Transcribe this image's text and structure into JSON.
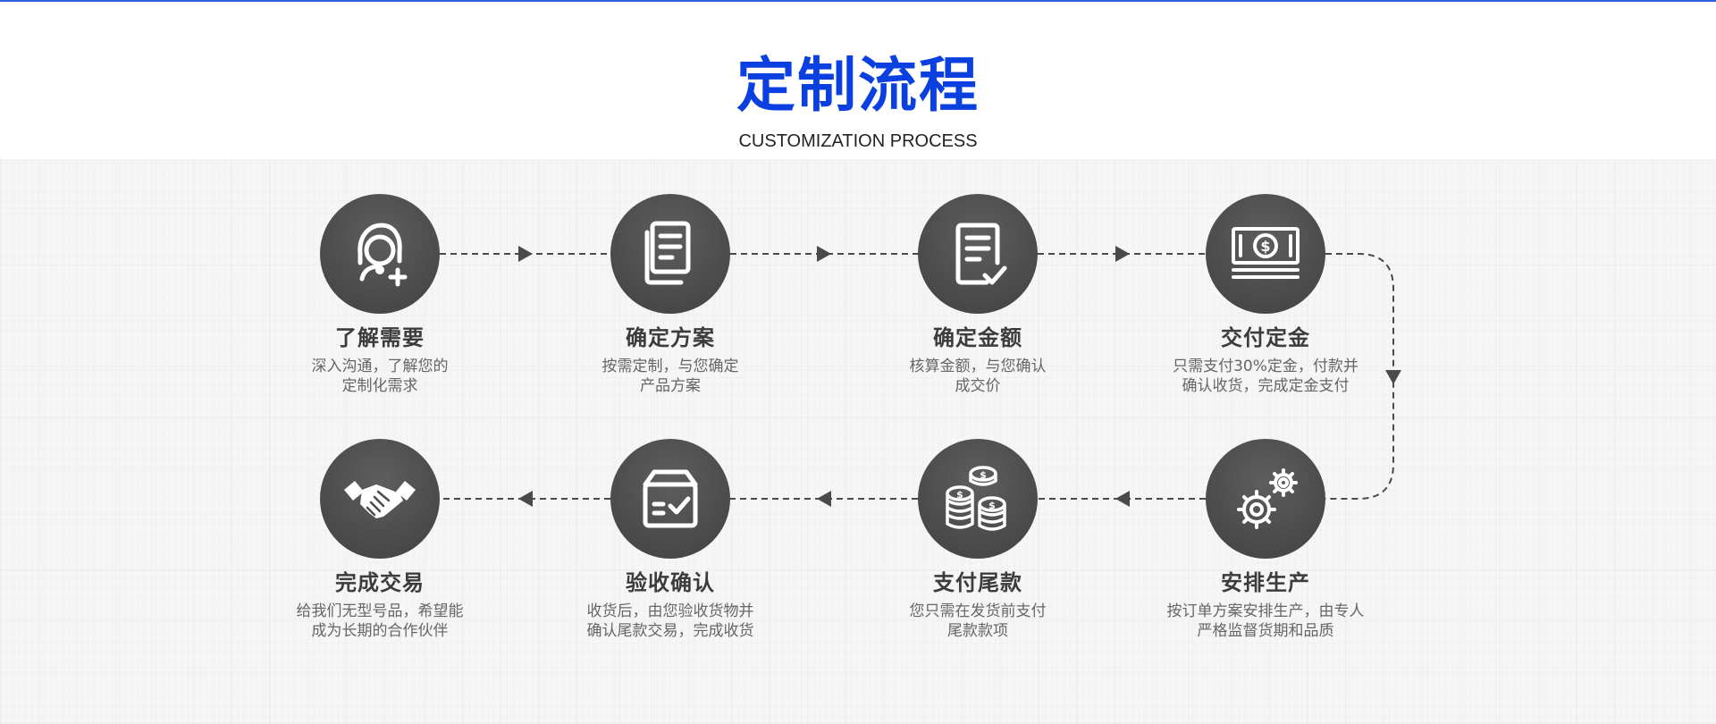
{
  "header": {
    "title": "定制流程",
    "subtitle": "CUSTOMIZATION PROCESS"
  },
  "colors": {
    "accent": "#0a3fe0",
    "circle": "#4c4c4c",
    "title_text": "#3c3c3c",
    "desc_text": "#666666"
  },
  "steps": [
    {
      "title": "了解需要",
      "desc1": "深入沟通，了解您的",
      "desc2": "定制化需求",
      "icon": "headset-plus-icon"
    },
    {
      "title": "确定方案",
      "desc1": "按需定制，与您确定",
      "desc2": "产品方案",
      "icon": "documents-icon"
    },
    {
      "title": "确定金额",
      "desc1": "核算金额，与您确认",
      "desc2": "成交价",
      "icon": "document-check-icon"
    },
    {
      "title": "交付定金",
      "desc1": "只需支付30%定金，付款并",
      "desc2": "确认收货，完成定金支付",
      "icon": "banknote-icon"
    },
    {
      "title": "安排生产",
      "desc1": "按订单方案安排生产，由专人",
      "desc2": "严格监督货期和品质",
      "icon": "gears-icon"
    },
    {
      "title": "支付尾款",
      "desc1": "您只需在发货前支付",
      "desc2": "尾款款项",
      "icon": "coins-icon"
    },
    {
      "title": "验收确认",
      "desc1": "收货后，由您验收货物并",
      "desc2": "确认尾款交易，完成收货",
      "icon": "box-check-icon"
    },
    {
      "title": "完成交易",
      "desc1": "给我们无型号品，希望能",
      "desc2": "成为长期的合作伙伴",
      "icon": "handshake-icon"
    }
  ]
}
